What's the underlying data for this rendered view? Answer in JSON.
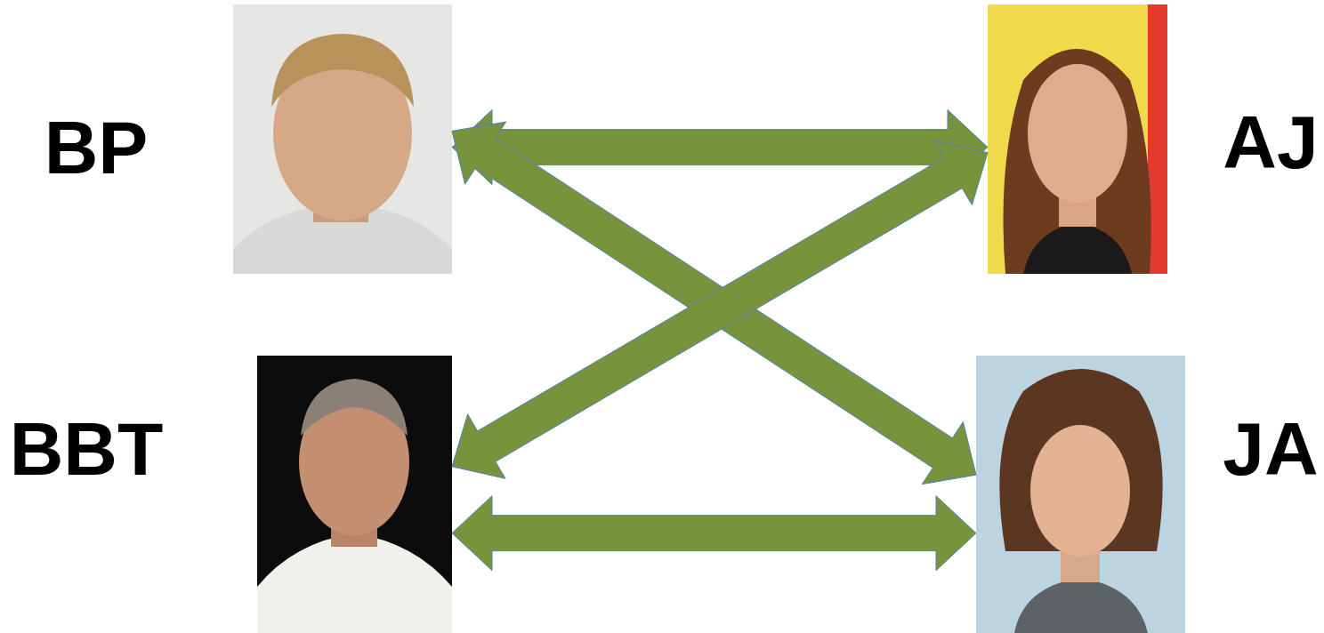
{
  "diagram": {
    "nodes": [
      {
        "text": [
          "BP"
        ]
      },
      {
        "text": [
          "AJ"
        ]
      },
      {
        "text": [
          "BBT"
        ]
      },
      {
        "text": [
          "JA"
        ]
      }
    ],
    "edges": [
      {
        "from": 0,
        "to": 1,
        "arrow": "both"
      },
      {
        "from": 0,
        "to": 3,
        "arrow": "both"
      },
      {
        "from": 1,
        "to": 2,
        "arrow": "both"
      },
      {
        "from": 2,
        "to": 3,
        "arrow": "both"
      }
    ]
  }
}
